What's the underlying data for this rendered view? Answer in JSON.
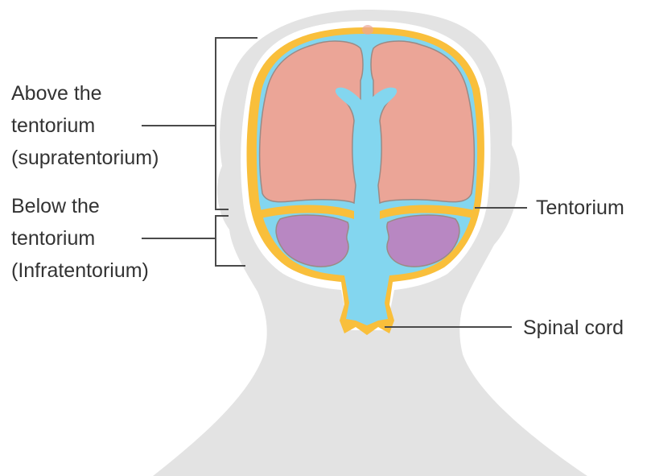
{
  "labels": {
    "supratentorium": [
      "Above the",
      "tentorium",
      "(supratentorium)"
    ],
    "infratentorium": [
      "Below the",
      "tentorium",
      "(Infratentorium)"
    ],
    "tentorium": "Tentorium",
    "spinal_cord": "Spinal cord"
  },
  "colors": {
    "head": "#e3e3e3",
    "skull": "#ffffff",
    "dura": "#f9bf3b",
    "csf": "#83d6ef",
    "cerebrum": "#eba597",
    "cerebellum": "#b887c2",
    "outline": "#9b8a85",
    "leader": "#4a4a4a",
    "text": "#333333"
  }
}
